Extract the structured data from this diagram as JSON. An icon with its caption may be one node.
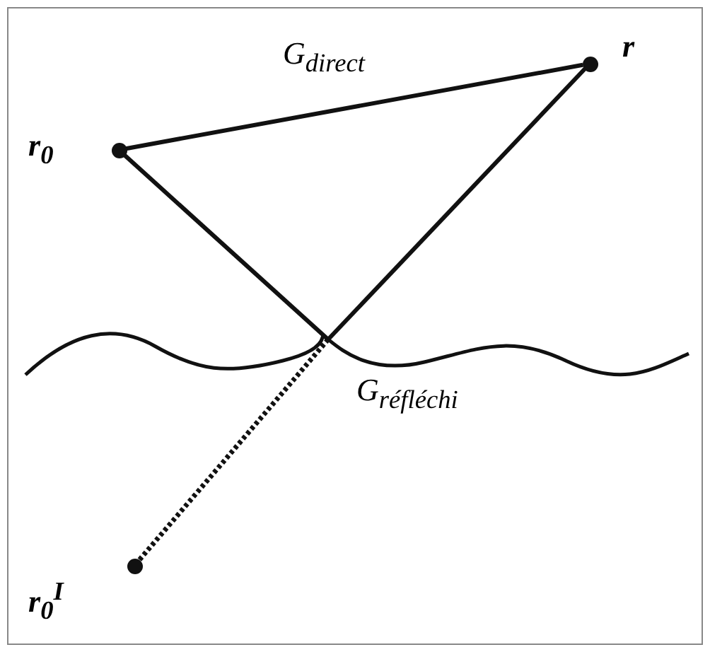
{
  "diagram": {
    "nodes": [
      {
        "text": [
          "r$_{0}$"
        ]
      },
      {
        "text": [
          "r"
        ]
      },
      {
        "text": [],
        "shape": "wave"
      },
      {
        "text": [
          "r$_{0}$$^{I}$"
        ]
      }
    ],
    "edges": [
      {
        "from": 0,
        "to": 1,
        "arrow": "none",
        "label": "G$_{direct}$"
      },
      {
        "from": 0,
        "to": 2,
        "arrow": "none"
      },
      {
        "from": 2,
        "to": 1,
        "arrow": "none"
      },
      {
        "from": 2,
        "to": 3,
        "arrow": "none",
        "style": "dashed",
        "label": "G$_{réfléchi}$"
      }
    ]
  }
}
